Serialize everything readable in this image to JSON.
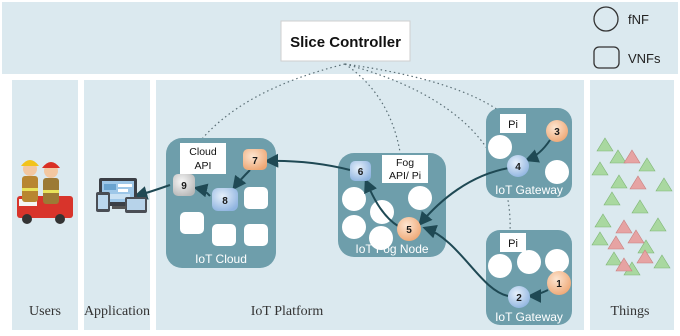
{
  "controller": {
    "label": "Slice Controller"
  },
  "legend": {
    "fnf_label": "fNF",
    "vnf_label": "VNFs"
  },
  "columns": {
    "users": "Users",
    "application": "Application",
    "platform": "IoT Platform",
    "things": "Things"
  },
  "nodes": {
    "cloud": {
      "title": "IoT Cloud",
      "api": [
        "Cloud",
        "API"
      ]
    },
    "fog": {
      "title": "IoT Fog Node",
      "api": [
        "Fog",
        "API/ Pi"
      ]
    },
    "gateway_top": {
      "title": "IoT Gateway",
      "api": "Pi"
    },
    "gateway_bottom": {
      "title": "IoT Gateway",
      "api": "Pi"
    }
  },
  "functions": [
    "1",
    "2",
    "3",
    "4",
    "5",
    "6",
    "7",
    "8",
    "9"
  ],
  "colors": {
    "panel_bg": "#dbe9ef",
    "node_bg": "#6e9eab",
    "fnf_blue": "#a9c6ea",
    "fnf_orange": "#f5c39a",
    "fnf_gray": "#d6d6d6",
    "arrow": "#1f4954",
    "things_green": "#a9d8a0",
    "things_red": "#e6a3a3"
  },
  "icons": {
    "users": "firefighters-with-fire-truck",
    "application": "monitoring-screens-icon"
  }
}
